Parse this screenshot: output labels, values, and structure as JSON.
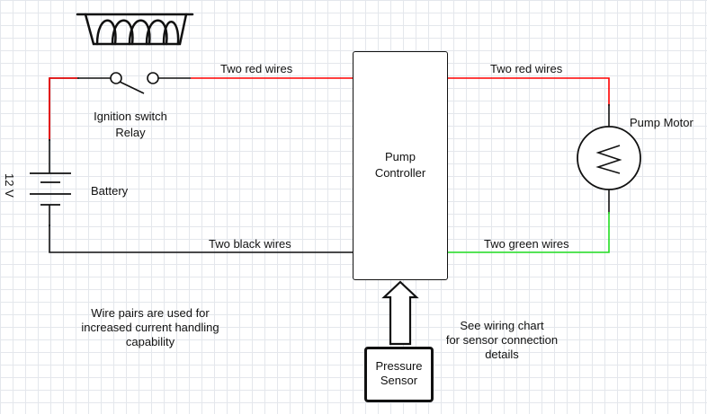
{
  "colors": {
    "wire_red": "#ff0000",
    "wire_black": "#111111",
    "wire_green": "#22dd22",
    "grid": "#e4e7ec"
  },
  "labels": {
    "red_wires_left": "Two red wires",
    "red_wires_right": "Two red wires",
    "black_wires": "Two black wires",
    "green_wires": "Two green wires",
    "ignition": "Ignition switch\nRelay",
    "battery_voltage": "12 V",
    "battery": "Battery",
    "controller": "Pump\nController",
    "motor": "Pump Motor",
    "sensor": "Pressure\nSensor",
    "wire_note": "Wire pairs are used for\nincreased current handling\ncapability",
    "sensor_note": "See wiring chart\nfor sensor connection\ndetails"
  },
  "icons": [
    "relay-coil-icon",
    "switch-icon",
    "battery-icon",
    "motor-icon",
    "arrow-up-icon"
  ]
}
